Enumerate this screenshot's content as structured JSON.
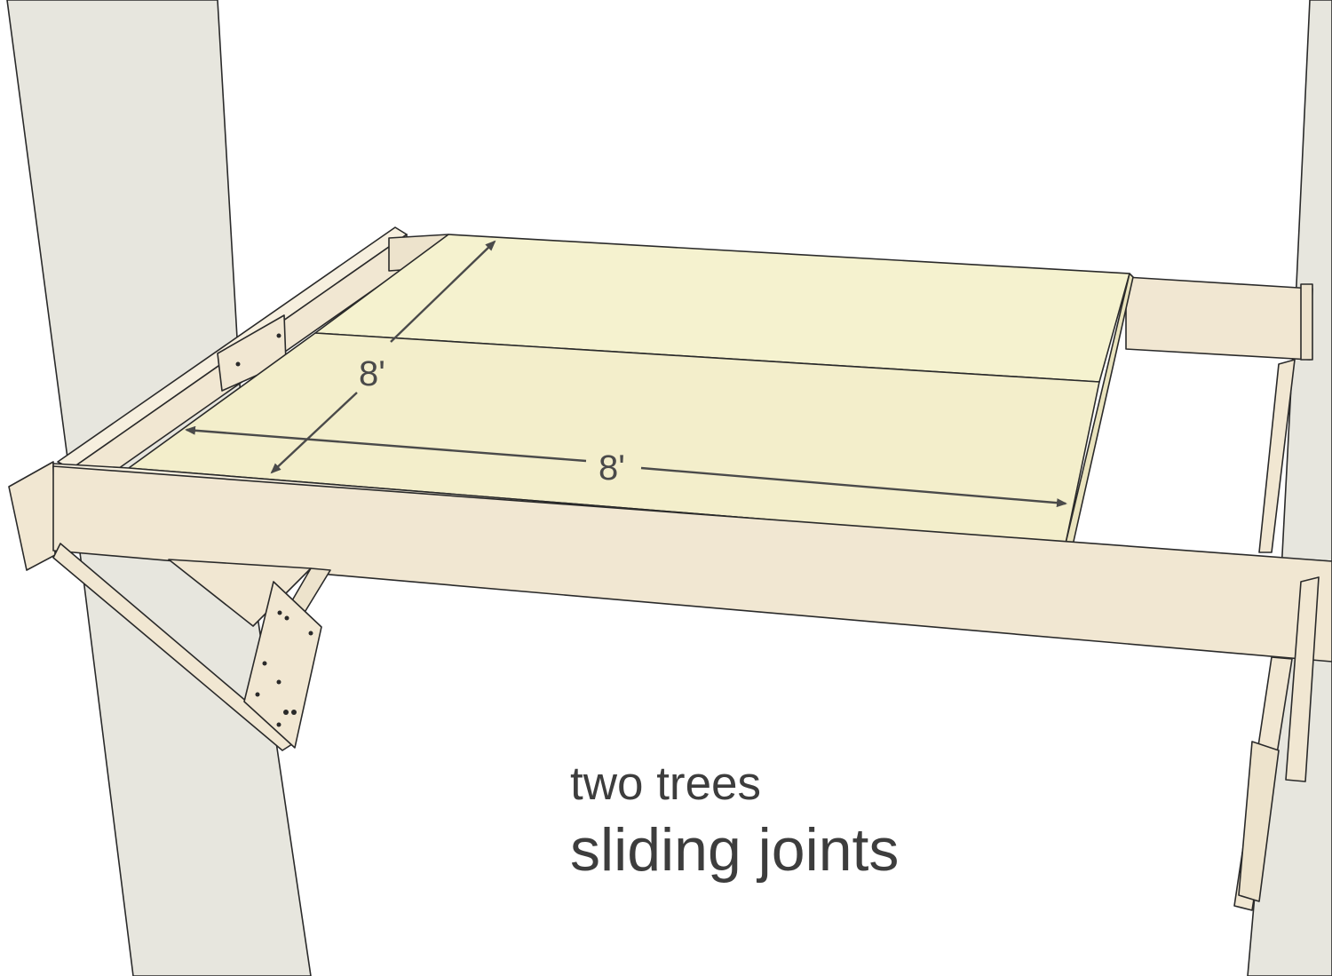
{
  "diagram": {
    "dimensions": {
      "depth_label": "8'",
      "width_label": "8'"
    },
    "caption": {
      "line1": "two trees",
      "line2": "sliding joints"
    },
    "colors": {
      "trunk": "#e7e6de",
      "beam": "#f1e7d2",
      "plywood": "#f5f2cf",
      "outline": "#2a2a2a",
      "dimension": "#4a4a4a"
    }
  }
}
